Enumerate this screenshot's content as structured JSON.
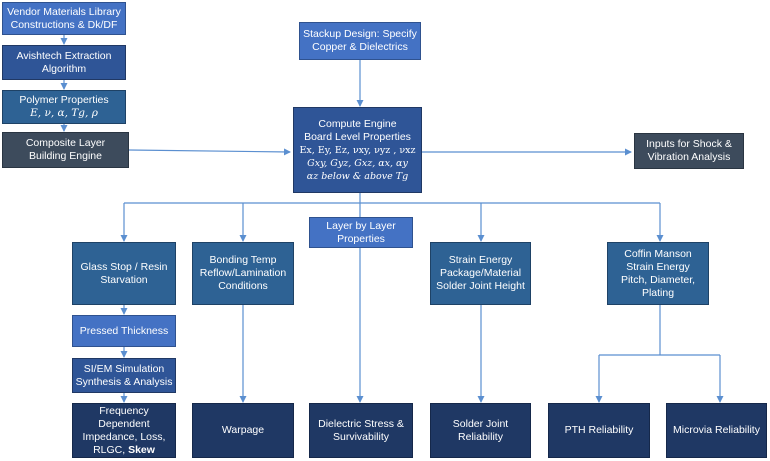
{
  "vendor": {
    "l1": "Vendor Materials Library",
    "l2": "Constructions & Dk/DF"
  },
  "avishtech": {
    "l1": "Avishtech Extraction",
    "l2": "Algorithm"
  },
  "polymer": {
    "l1": "Polymer Properties",
    "l2": "E, ν, α, Tg, ρ"
  },
  "composite": {
    "l1": "Composite Layer",
    "l2": "Building Engine"
  },
  "stackup": {
    "l1": "Stackup Design: Specify",
    "l2": "Copper & Dielectrics"
  },
  "compute": {
    "l1": "Compute Engine",
    "l2": "Board Level Properties",
    "l3": "Ex, Ey, Ez, νxy, νyz , νxz",
    "l4": "Gxy, Gyz, Gxz, αx, αy",
    "l5": "αz below & above Tg"
  },
  "shock": {
    "l1": "Inputs for Shock &",
    "l2": "Vibration Analysis"
  },
  "layer": {
    "l1": "Layer by Layer",
    "l2": "Properties"
  },
  "glass": {
    "l1": "Glass Stop / Resin",
    "l2": "Starvation"
  },
  "pressed": {
    "l1": "Pressed Thickness"
  },
  "sisim": {
    "l1": "SI/EM Simulation",
    "l2": "Synthesis & Analysis"
  },
  "freq": {
    "l1": "Frequency",
    "l2": "Dependent",
    "l3": "Impedance, Loss,",
    "l4": "RLGC,",
    "l4b": "Skew"
  },
  "bonding": {
    "l1": "Bonding Temp",
    "l2": "Reflow/Lamination",
    "l3": "Conditions"
  },
  "warpage": {
    "l1": "Warpage"
  },
  "dielectric": {
    "l1": "Dielectric Stress &",
    "l2": "Survivability"
  },
  "strain": {
    "l1": "Strain Energy",
    "l2": "Package/Material",
    "l3": "Solder Joint Height"
  },
  "solder": {
    "l1": "Solder Joint",
    "l2": "Reliability"
  },
  "coffin": {
    "l1": "Coffin Manson",
    "l2": "Strain Energy",
    "l3": "Pitch, Diameter,",
    "l4": "Plating"
  },
  "pth": {
    "l1": "PTH Reliability"
  },
  "microvia": {
    "l1": "Microvia Reliability"
  },
  "colors": {
    "line": "#5b8fd0",
    "light_box": "#4472c4",
    "mid_box": "#2f5597",
    "dark_box": "#1f3864",
    "grey_box": "#3d4b5c"
  }
}
